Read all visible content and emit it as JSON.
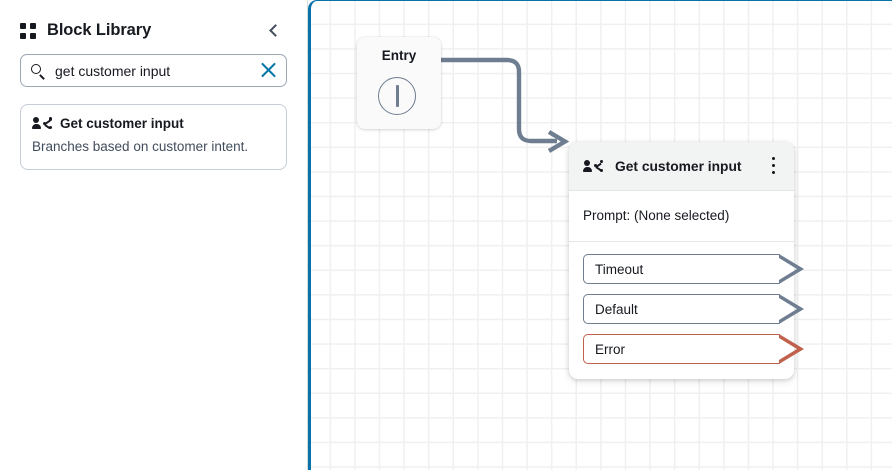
{
  "panel": {
    "title": "Block Library",
    "grid_icon": "grid-squares-icon",
    "collapse_icon": "chevron-left-icon",
    "search": {
      "value": "get customer input",
      "placeholder": "Search blocks",
      "search_icon": "search-icon",
      "clear_icon": "close-x-icon",
      "clear_color": "#0876a8"
    },
    "results": [
      {
        "icon": "person-branch-icon",
        "title": "Get customer input",
        "description": "Branches based on customer intent."
      }
    ]
  },
  "canvas": {
    "border_color": "#0972a8",
    "grid_color": "#eff0f0",
    "entry": {
      "label": "Entry",
      "port_icon": "circle-output-port-icon"
    },
    "node": {
      "icon": "person-branch-icon",
      "title": "Get customer input",
      "menu_icon": "kebab-menu-icon",
      "prompt": "Prompt: (None selected)",
      "branches": [
        {
          "label": "Timeout",
          "color": "#6e7d8f",
          "state": "normal"
        },
        {
          "label": "Default",
          "color": "#6e7d8f",
          "state": "normal"
        },
        {
          "label": "Error",
          "color": "#c0614c",
          "state": "error"
        }
      ]
    },
    "connector": {
      "color": "#6e7d8f"
    }
  }
}
